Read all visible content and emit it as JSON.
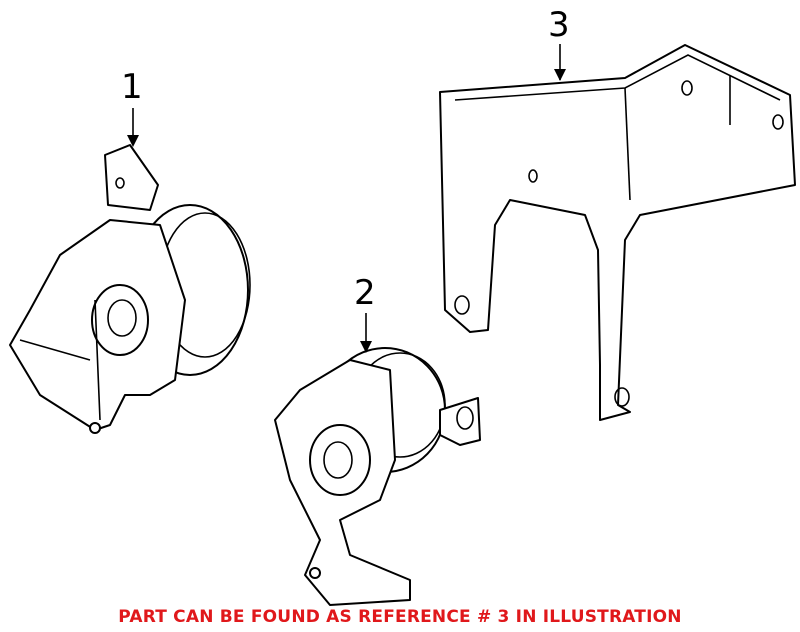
{
  "diagram": {
    "callouts": [
      {
        "label": "1",
        "part": "horn-left"
      },
      {
        "label": "2",
        "part": "horn-center"
      },
      {
        "label": "3",
        "part": "bracket"
      }
    ],
    "note": "PART CAN BE FOUND AS REFERENCE # 3 IN ILLUSTRATION",
    "note_color": "#e0181b"
  }
}
